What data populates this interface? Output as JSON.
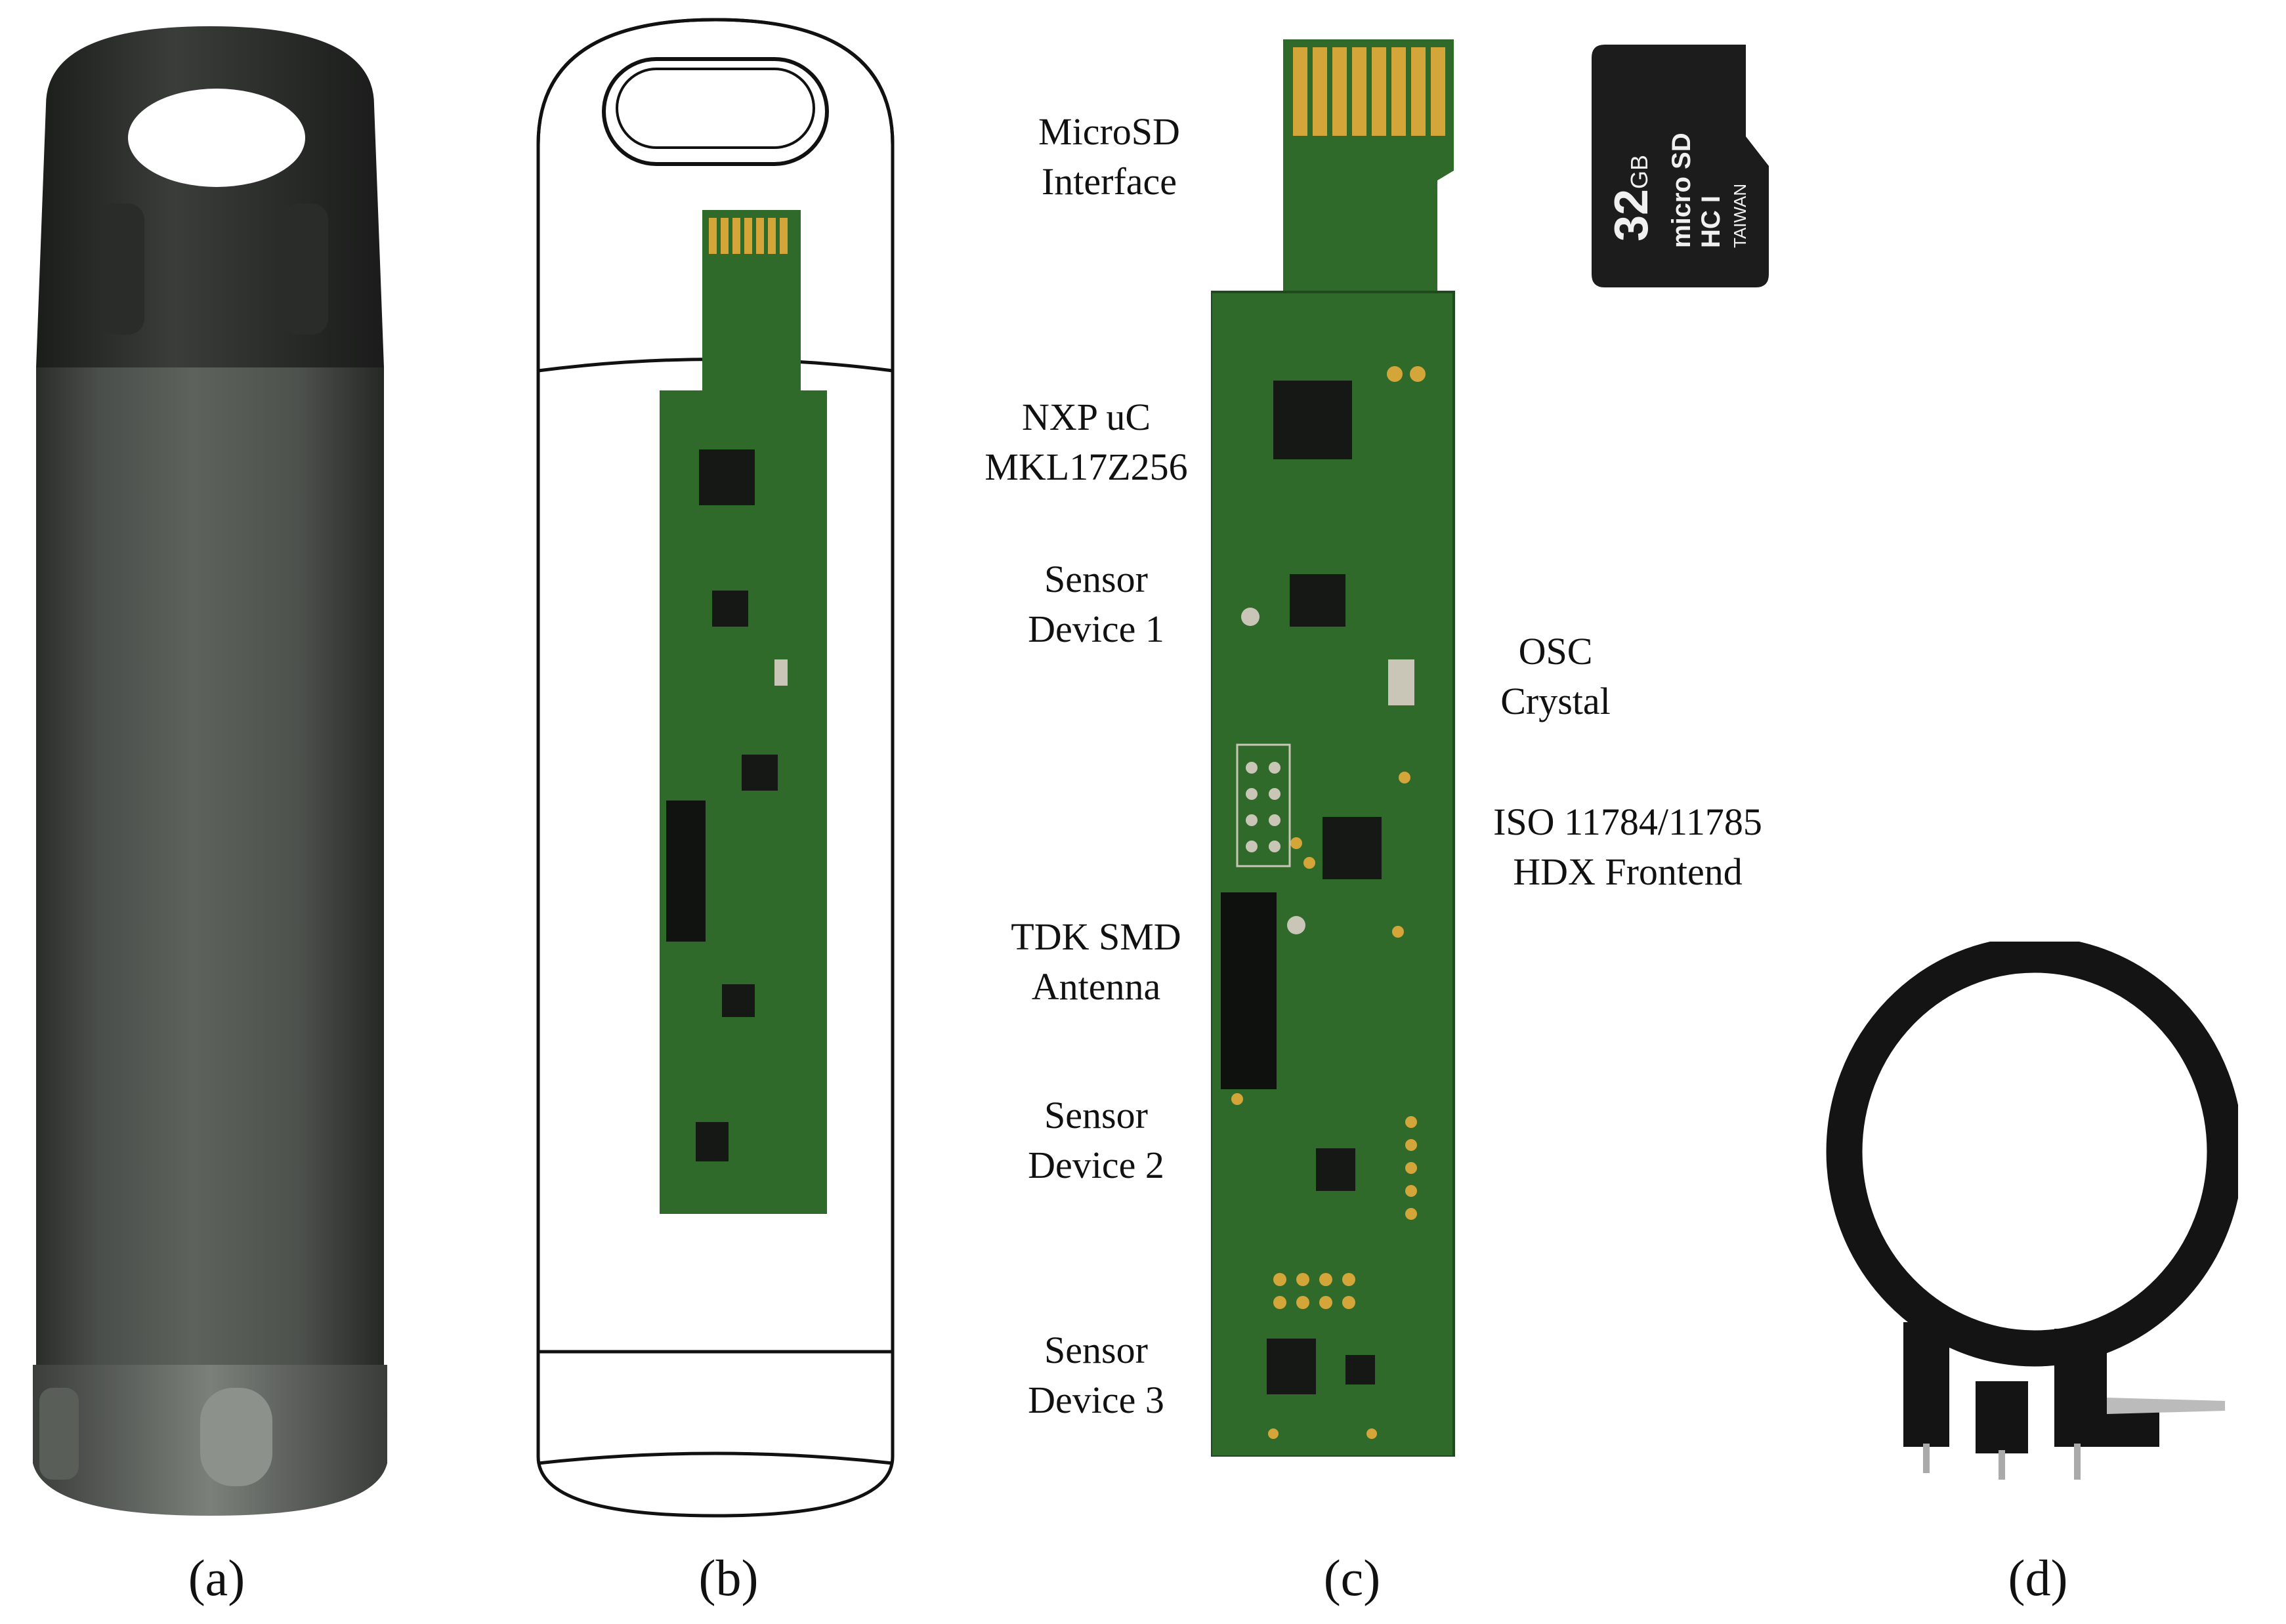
{
  "captions": {
    "a": "(a)",
    "b": "(b)",
    "c": "(c)",
    "d": "(d)"
  },
  "labels": {
    "microsd": [
      "MicroSD",
      "Interface"
    ],
    "nxp": [
      "NXP uC",
      "MKL17Z256"
    ],
    "sensor1": [
      "Sensor",
      "Device 1"
    ],
    "osc": [
      "OSC",
      "Crystal"
    ],
    "iso": [
      "ISO 11784/11785",
      "HDX Frontend"
    ],
    "antenna": [
      "TDK SMD",
      "Antenna"
    ],
    "sensor2": [
      "Sensor",
      "Device 2"
    ],
    "sensor3": [
      "Sensor",
      "Device 3"
    ]
  },
  "sdcard": {
    "capacity": "32",
    "unit": "GB",
    "brand": "micro SD",
    "class": "HC I",
    "origin": "TAIWAN"
  },
  "colors": {
    "pcb": "#2f6a2a",
    "pcb_dark": "#1f4a1c",
    "gold": "#d4a63a",
    "housing": "#505550",
    "housing_dark": "#2e312e",
    "ring": "#141414"
  }
}
